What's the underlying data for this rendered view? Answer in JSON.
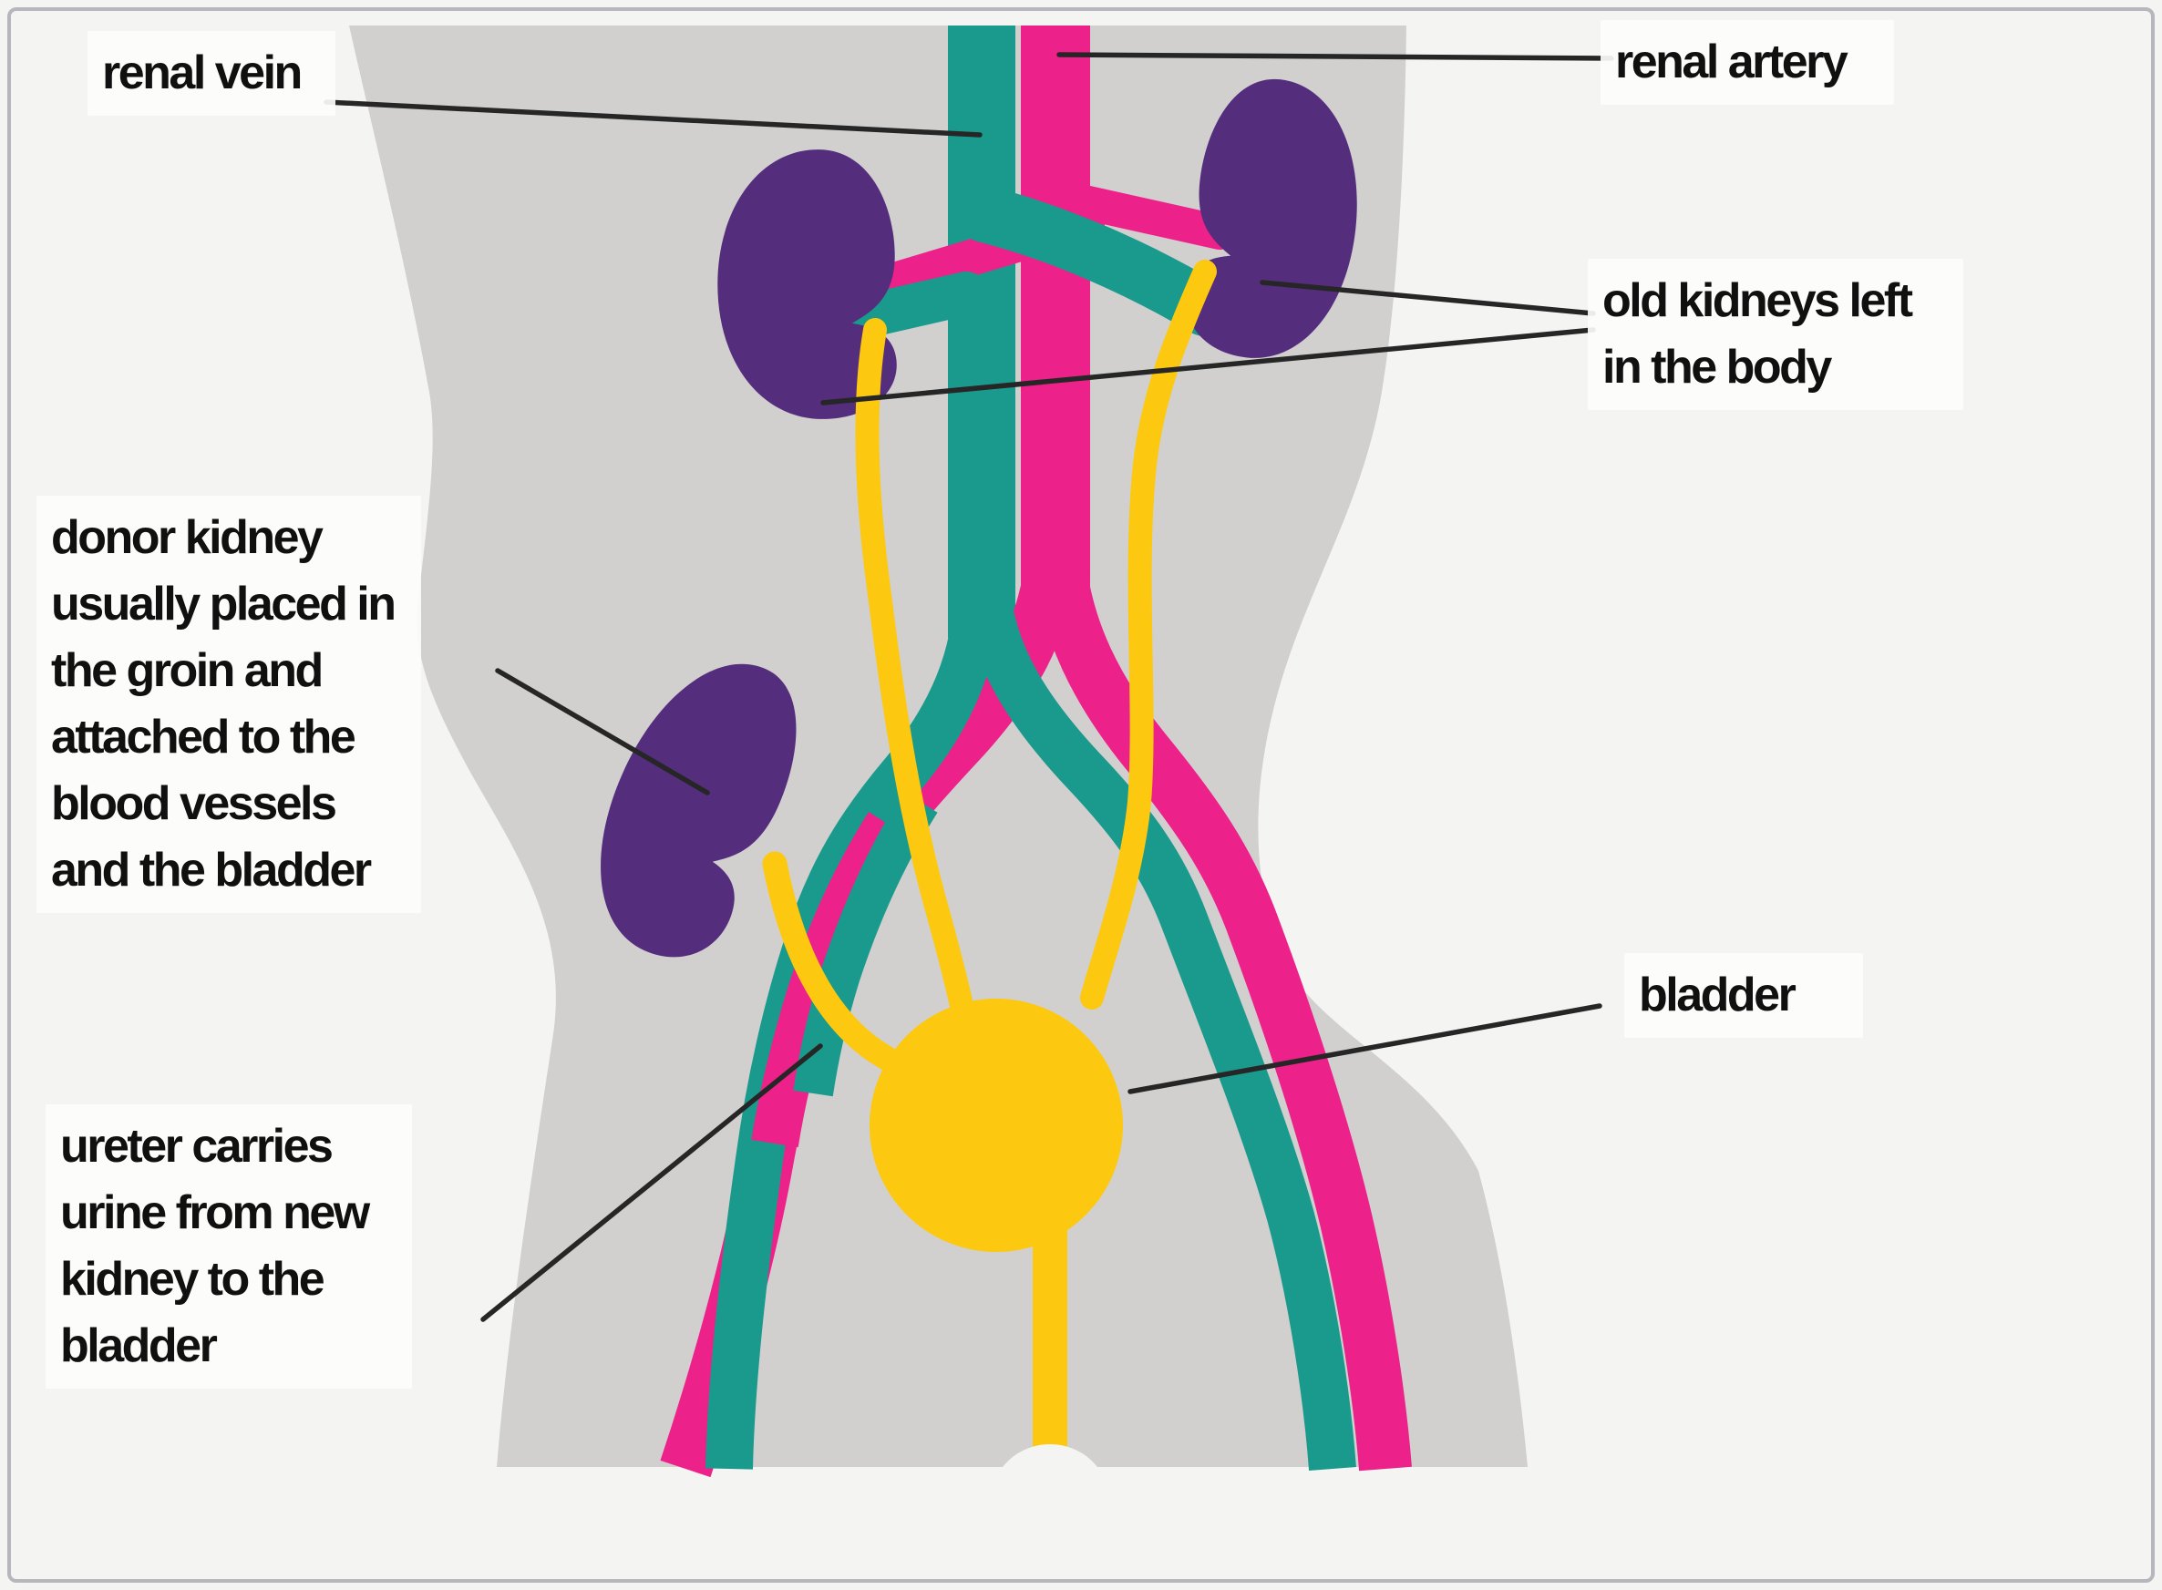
{
  "diagram": {
    "subject": "kidney transplant anatomy",
    "labels": {
      "renal_vein": "renal vein",
      "renal_artery": "renal artery",
      "old_kidneys": "old kidneys left\nin the body",
      "donor_kidney": "donor kidney\nusually placed in\nthe groin and\nattached to the\nblood vessels\nand the bladder",
      "bladder": "bladder",
      "ureter": "ureter carries\nurine from new\nkidney to the\nbladder"
    },
    "colors": {
      "page": "#f4f4f3",
      "body": "#d1d0cf",
      "vein_teal": "#1a9a8c",
      "artery_pink": "#ed218a",
      "kidney_purple": "#542d7d",
      "urine_yellow": "#fcc810",
      "leader_line": "#262626",
      "label_text": "#101010"
    }
  }
}
